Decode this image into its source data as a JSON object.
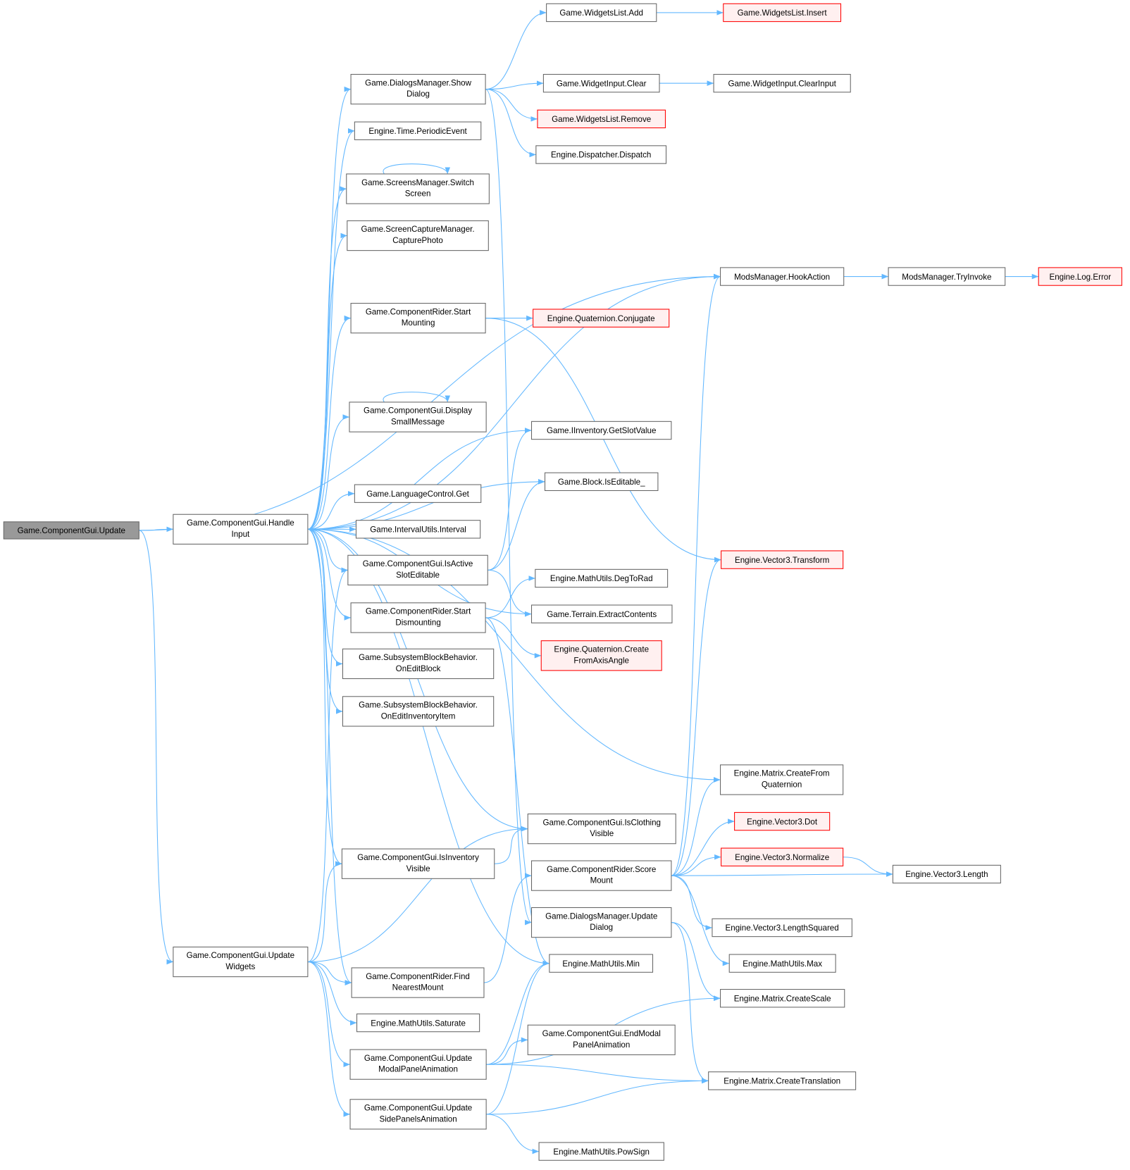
{
  "graph": {
    "nodes": [
      {
        "id": "n0",
        "lines": [
          "Game.ComponentGui.Update"
        ],
        "style": "root"
      },
      {
        "id": "n1",
        "lines": [
          "Game.ComponentGui.Handle",
          "Input"
        ]
      },
      {
        "id": "n2",
        "lines": [
          "Game.ComponentGui.Update",
          "Widgets"
        ]
      },
      {
        "id": "n3",
        "lines": [
          "Game.DialogsManager.Show",
          "Dialog"
        ]
      },
      {
        "id": "n4",
        "lines": [
          "Engine.Time.PeriodicEvent"
        ]
      },
      {
        "id": "n5",
        "lines": [
          "Game.ScreensManager.Switch",
          "Screen"
        ]
      },
      {
        "id": "n6",
        "lines": [
          "Game.ScreenCaptureManager.",
          "CapturePhoto"
        ]
      },
      {
        "id": "n7",
        "lines": [
          "Game.ComponentRider.Start",
          "Mounting"
        ]
      },
      {
        "id": "n8",
        "lines": [
          "Game.ComponentGui.Display",
          "SmallMessage"
        ]
      },
      {
        "id": "n9",
        "lines": [
          "Game.LanguageControl.Get"
        ]
      },
      {
        "id": "n10",
        "lines": [
          "Game.IntervalUtils.Interval"
        ]
      },
      {
        "id": "n11",
        "lines": [
          "Game.ComponentGui.IsActive",
          "SlotEditable"
        ]
      },
      {
        "id": "n12",
        "lines": [
          "Game.ComponentRider.Start",
          "Dismounting"
        ]
      },
      {
        "id": "n13",
        "lines": [
          "Game.SubsystemBlockBehavior.",
          "OnEditBlock"
        ]
      },
      {
        "id": "n14",
        "lines": [
          "Game.SubsystemBlockBehavior.",
          "OnEditInventoryItem"
        ]
      },
      {
        "id": "n15",
        "lines": [
          "Game.ComponentGui.IsInventory",
          "Visible"
        ]
      },
      {
        "id": "n16",
        "lines": [
          "Game.ComponentRider.Find",
          "NearestMount"
        ]
      },
      {
        "id": "n17",
        "lines": [
          "Engine.MathUtils.Saturate"
        ]
      },
      {
        "id": "n18",
        "lines": [
          "Game.ComponentGui.Update",
          "ModalPanelAnimation"
        ]
      },
      {
        "id": "n19",
        "lines": [
          "Game.ComponentGui.Update",
          "SidePanelsAnimation"
        ]
      },
      {
        "id": "n20",
        "lines": [
          "Game.WidgetsList.Add"
        ]
      },
      {
        "id": "n21",
        "lines": [
          "Game.WidgetsList.Insert"
        ],
        "style": "red"
      },
      {
        "id": "n22",
        "lines": [
          "Game.WidgetInput.Clear"
        ]
      },
      {
        "id": "n23",
        "lines": [
          "Game.WidgetInput.ClearInput"
        ]
      },
      {
        "id": "n24",
        "lines": [
          "Game.WidgetsList.Remove"
        ],
        "style": "red"
      },
      {
        "id": "n25",
        "lines": [
          "Engine.Dispatcher.Dispatch"
        ]
      },
      {
        "id": "n26",
        "lines": [
          "ModsManager.HookAction"
        ]
      },
      {
        "id": "n27",
        "lines": [
          "ModsManager.TryInvoke"
        ]
      },
      {
        "id": "n28",
        "lines": [
          "Engine.Log.Error"
        ],
        "style": "red"
      },
      {
        "id": "n29",
        "lines": [
          "Engine.Quaternion.Conjugate"
        ],
        "style": "red"
      },
      {
        "id": "n30",
        "lines": [
          "Game.IInventory.GetSlotValue"
        ]
      },
      {
        "id": "n31",
        "lines": [
          "Game.Block.IsEditable_"
        ]
      },
      {
        "id": "n32",
        "lines": [
          "Engine.Vector3.Transform"
        ],
        "style": "red"
      },
      {
        "id": "n33",
        "lines": [
          "Engine.MathUtils.DegToRad"
        ]
      },
      {
        "id": "n34",
        "lines": [
          "Game.Terrain.ExtractContents"
        ]
      },
      {
        "id": "n35",
        "lines": [
          "Engine.Quaternion.Create",
          "FromAxisAngle"
        ],
        "style": "red"
      },
      {
        "id": "n36",
        "lines": [
          "Engine.Matrix.CreateFrom",
          "Quaternion"
        ]
      },
      {
        "id": "n37",
        "lines": [
          "Game.ComponentGui.IsClothing",
          "Visible"
        ]
      },
      {
        "id": "n38",
        "lines": [
          "Engine.Vector3.Dot"
        ],
        "style": "red"
      },
      {
        "id": "n39",
        "lines": [
          "Game.ComponentRider.Score",
          "Mount"
        ]
      },
      {
        "id": "n40",
        "lines": [
          "Engine.Vector3.Normalize"
        ],
        "style": "red"
      },
      {
        "id": "n41",
        "lines": [
          "Engine.Vector3.Length"
        ]
      },
      {
        "id": "n42",
        "lines": [
          "Game.DialogsManager.Update",
          "Dialog"
        ]
      },
      {
        "id": "n43",
        "lines": [
          "Engine.Vector3.LengthSquared"
        ]
      },
      {
        "id": "n44",
        "lines": [
          "Engine.MathUtils.Max"
        ]
      },
      {
        "id": "n45",
        "lines": [
          "Engine.MathUtils.Min"
        ]
      },
      {
        "id": "n46",
        "lines": [
          "Engine.Matrix.CreateScale"
        ]
      },
      {
        "id": "n47",
        "lines": [
          "Game.ComponentGui.EndModal",
          "PanelAnimation"
        ]
      },
      {
        "id": "n48",
        "lines": [
          "Engine.Matrix.CreateTranslation"
        ]
      },
      {
        "id": "n49",
        "lines": [
          "Engine.MathUtils.PowSign"
        ]
      }
    ],
    "edges": [
      [
        "n0",
        "n1"
      ],
      [
        "n0",
        "n2"
      ],
      [
        "n0",
        "n26"
      ],
      [
        "n1",
        "n3"
      ],
      [
        "n1",
        "n4"
      ],
      [
        "n1",
        "n5"
      ],
      [
        "n1",
        "n6"
      ],
      [
        "n1",
        "n26"
      ],
      [
        "n1",
        "n7"
      ],
      [
        "n1",
        "n30"
      ],
      [
        "n1",
        "n8"
      ],
      [
        "n1",
        "n31"
      ],
      [
        "n1",
        "n9"
      ],
      [
        "n1",
        "n10"
      ],
      [
        "n1",
        "n11"
      ],
      [
        "n1",
        "n12"
      ],
      [
        "n1",
        "n13"
      ],
      [
        "n1",
        "n14"
      ],
      [
        "n1",
        "n34"
      ],
      [
        "n1",
        "n36"
      ],
      [
        "n1",
        "n37"
      ],
      [
        "n1",
        "n15"
      ],
      [
        "n1",
        "n16"
      ],
      [
        "n1",
        "n45"
      ],
      [
        "n3",
        "n20"
      ],
      [
        "n3",
        "n22"
      ],
      [
        "n3",
        "n24"
      ],
      [
        "n3",
        "n25"
      ],
      [
        "n3",
        "n42"
      ],
      [
        "n5",
        "n5"
      ],
      [
        "n8",
        "n8"
      ],
      [
        "n7",
        "n29"
      ],
      [
        "n7",
        "n32"
      ],
      [
        "n11",
        "n30"
      ],
      [
        "n11",
        "n31"
      ],
      [
        "n11",
        "n34"
      ],
      [
        "n12",
        "n33"
      ],
      [
        "n12",
        "n35"
      ],
      [
        "n12",
        "n45"
      ],
      [
        "n2",
        "n11"
      ],
      [
        "n2",
        "n15"
      ],
      [
        "n2",
        "n37"
      ],
      [
        "n2",
        "n16"
      ],
      [
        "n2",
        "n17"
      ],
      [
        "n2",
        "n18"
      ],
      [
        "n2",
        "n19"
      ],
      [
        "n15",
        "n37"
      ],
      [
        "n16",
        "n39"
      ],
      [
        "n18",
        "n45"
      ],
      [
        "n18",
        "n47"
      ],
      [
        "n18",
        "n48"
      ],
      [
        "n18",
        "n46"
      ],
      [
        "n19",
        "n48"
      ],
      [
        "n19",
        "n49"
      ],
      [
        "n19",
        "n45"
      ],
      [
        "n39",
        "n26"
      ],
      [
        "n39",
        "n32"
      ],
      [
        "n39",
        "n36"
      ],
      [
        "n39",
        "n38"
      ],
      [
        "n39",
        "n40"
      ],
      [
        "n39",
        "n41"
      ],
      [
        "n39",
        "n43"
      ],
      [
        "n39",
        "n44"
      ],
      [
        "n40",
        "n41"
      ],
      [
        "n42",
        "n46"
      ],
      [
        "n42",
        "n48"
      ],
      [
        "n20",
        "n21"
      ],
      [
        "n22",
        "n23"
      ],
      [
        "n26",
        "n27"
      ],
      [
        "n27",
        "n28"
      ]
    ],
    "colors": {
      "edge": "#63b8ff",
      "root_fill": "#999999",
      "red_border": "#ff0000"
    }
  }
}
